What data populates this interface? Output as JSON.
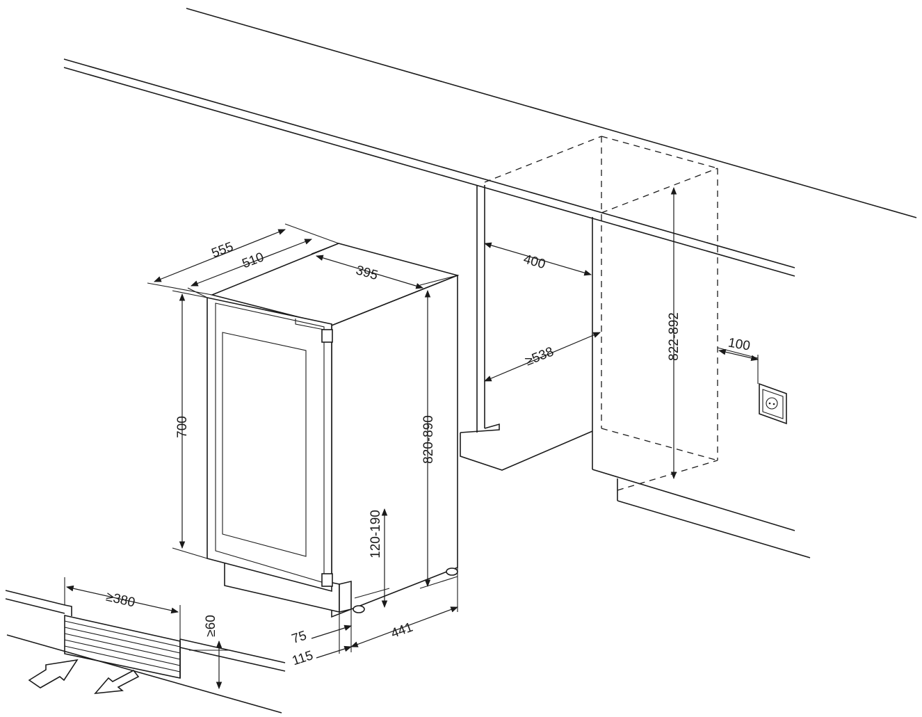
{
  "dimensions": {
    "depth_total": "555",
    "depth_body": "510",
    "width": "395",
    "door_height": "700",
    "height_range": "820-890",
    "toe_kick_height": "120-190",
    "plinth_offset": "75",
    "plinth_depth": "115",
    "foot_depth": "441",
    "vent_width": "≥380",
    "vent_height": "≥60",
    "niche_width": "400",
    "niche_depth": "≥538",
    "niche_height": "822-892",
    "socket_offset": "100"
  },
  "colors": {
    "line": "#1a1a1a",
    "background": "#ffffff"
  }
}
